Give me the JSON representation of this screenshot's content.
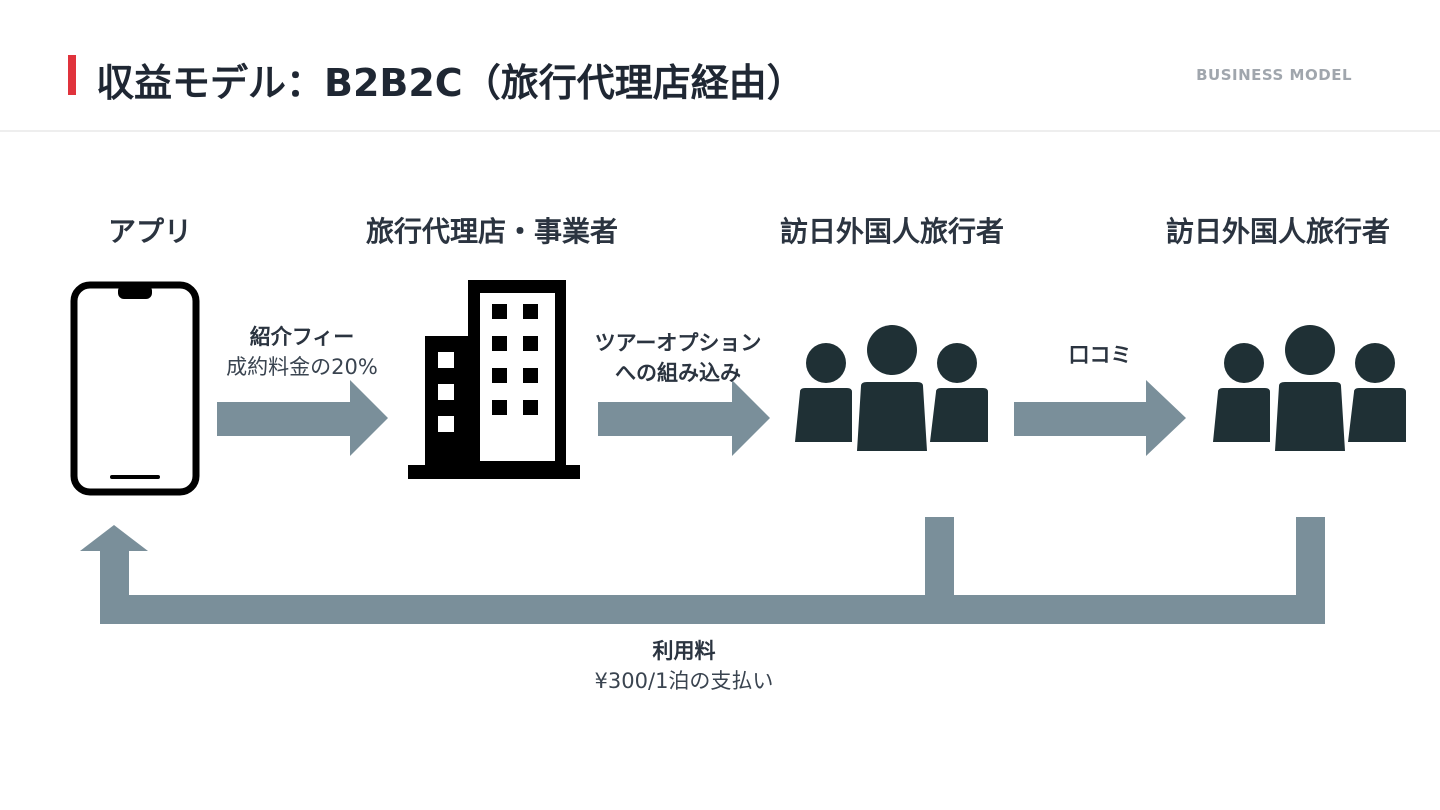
{
  "header": {
    "title": "収益モデル：B2B2C（旅行代理店経由）",
    "section_label": "BUSINESS MODEL"
  },
  "nodes": {
    "app": "アプリ",
    "agency": "旅行代理店・事業者",
    "travelers1": "訪日外国人旅行者",
    "travelers2": "訪日外国人旅行者"
  },
  "flows": {
    "referral": {
      "title": "紹介フィー",
      "detail": "成約料金の20%"
    },
    "tour": {
      "line1": "ツアーオプション",
      "line2": "への組み込み"
    },
    "word_of_mouth": {
      "title": "口コミ"
    },
    "usage_fee": {
      "title": "利用料",
      "detail": "¥300/1泊の支払い"
    }
  },
  "colors": {
    "accent": "#e0333c",
    "arrow": "#7a8f9a",
    "people": "#1f3035",
    "icon": "#000000"
  },
  "icons": [
    "smartphone-icon",
    "office-building-icon",
    "people-group-icon",
    "people-group-icon"
  ]
}
